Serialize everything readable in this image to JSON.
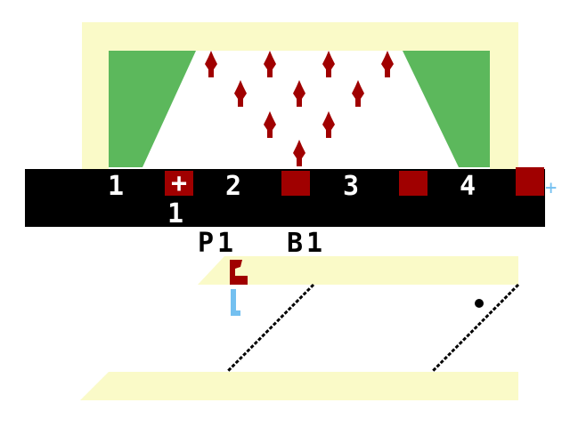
{
  "game": {
    "frames": [
      "1",
      "2",
      "3",
      "4"
    ],
    "frame_mark": "+",
    "current_score": "1",
    "player_label": "P1",
    "ball_label": "B1",
    "pins_standing": 10
  },
  "colors": {
    "frame_border": "#fafac8",
    "gutter": "#5cb85c",
    "pin": "#a00000",
    "scoreboard": "#000000",
    "box": "#a00000",
    "bowler_shirt": "#a00000",
    "bowler_legs": "#74c0f0"
  }
}
